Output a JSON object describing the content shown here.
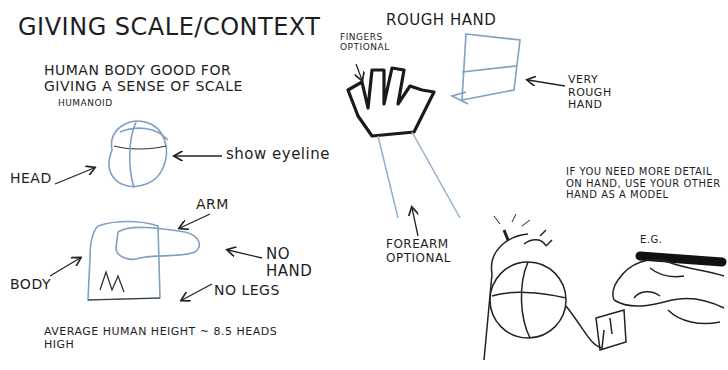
{
  "diagram": {
    "title": "GIVING SCALE/CONTEXT",
    "labels": [
      "HUMAN BODY GOOD FOR GIVING A SENSE OF SCALE",
      "HUMANOID",
      "show eyeline",
      "HEAD",
      "ARM",
      "BODY",
      "NO HAND",
      "NO LEGS",
      "AVERAGE HUMAN HEIGHT ~ 8.5 HEADS HIGH",
      "ROUGH HAND",
      "FINGERS OPTIONAL",
      "VERY ROUGH HAND",
      "FOREARM OPTIONAL",
      "IF YOU NEED MORE DETAIL ON HAND, USE YOUR OTHER HAND AS A MODEL",
      "E.G."
    ]
  }
}
